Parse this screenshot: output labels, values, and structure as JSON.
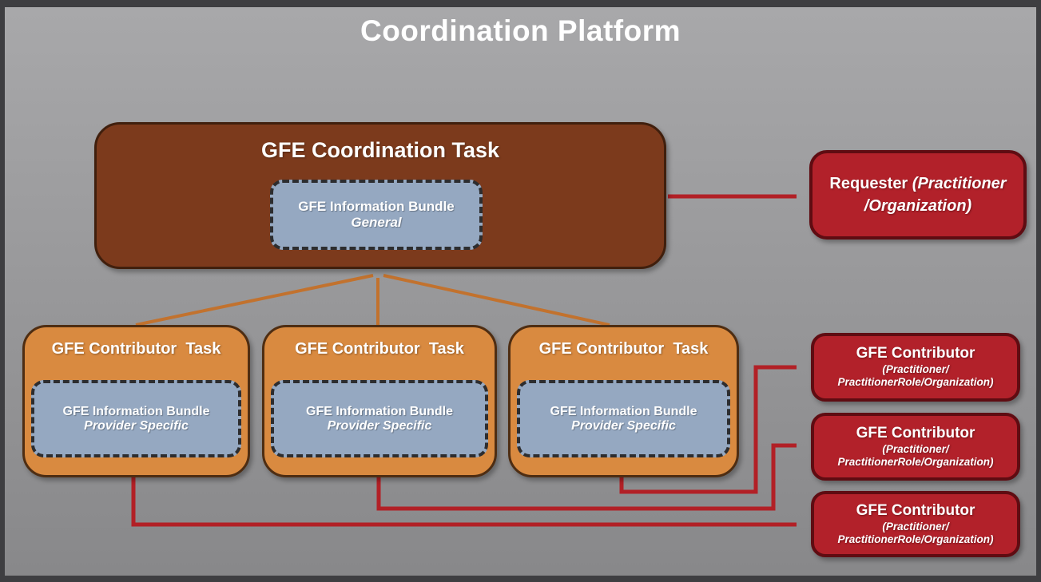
{
  "title": "Coordination Platform",
  "colors": {
    "frame-border": "#3E3E41",
    "bg-top": "#A8A8AA",
    "bg-bottom": "#88888A",
    "brown-fill": "#7C3A1C",
    "brown-border": "#401F0D",
    "orange-fill": "#D98A40",
    "orange-border": "#4E2D12",
    "blue-fill": "#95A8C1",
    "blue-border": "#2D2D2F",
    "red-fill": "#B2212A",
    "red-border": "#5F0C12",
    "orange-arrow": "#C2722E",
    "red-arrow": "#B22026",
    "text": "#FFFFFF"
  },
  "coordination_task": {
    "label": "GFE Coordination Task",
    "bundle": {
      "line1": "GFE Information Bundle",
      "line2": "General"
    }
  },
  "contributor_tasks": [
    {
      "label": "GFE Contributor  Task",
      "bundle": {
        "line1": "GFE Information Bundle",
        "line2": "Provider Specific"
      }
    },
    {
      "label": "GFE Contributor  Task",
      "bundle": {
        "line1": "GFE Information Bundle",
        "line2": "Provider Specific"
      }
    },
    {
      "label": "GFE Contributor  Task",
      "bundle": {
        "line1": "GFE Information Bundle",
        "line2": "Provider Specific"
      }
    }
  ],
  "requester": {
    "name": "Requester ",
    "paren_line1": "(Practitioner",
    "paren_line2": "/Organization)"
  },
  "contributors": [
    {
      "title": "GFE Contributor",
      "sub_line1": "(Practitioner/",
      "sub_line2": "PractitionerRole/Organization)"
    },
    {
      "title": "GFE Contributor",
      "sub_line1": "(Practitioner/",
      "sub_line2": "PractitionerRole/Organization)"
    },
    {
      "title": "GFE Contributor",
      "sub_line1": "(Practitioner/",
      "sub_line2": "PractitionerRole/Organization)"
    }
  ]
}
